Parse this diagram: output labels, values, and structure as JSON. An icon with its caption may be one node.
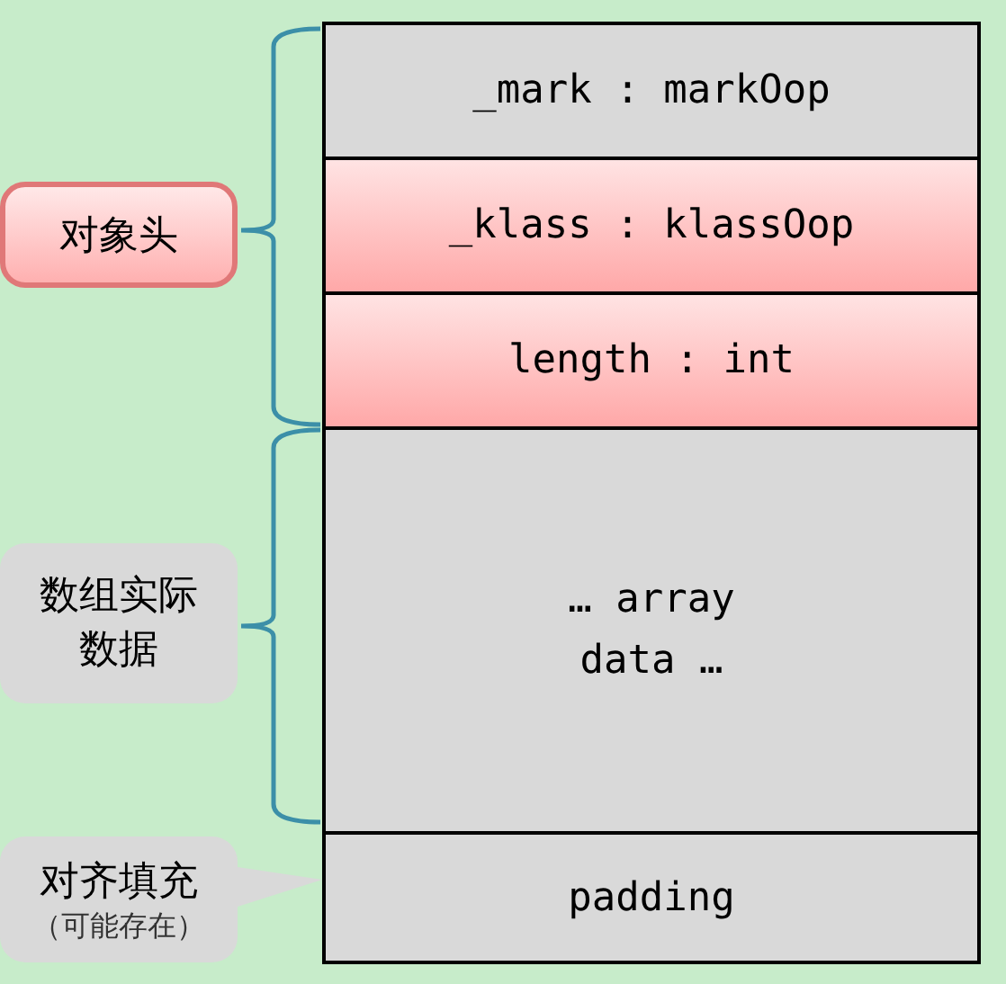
{
  "diagram": {
    "nodes": [
      {
        "text": [
          "_mark : markOop"
        ]
      },
      {
        "text": [
          "_klass : klassOop"
        ]
      },
      {
        "text": [
          "length : int"
        ]
      },
      {
        "text": [
          "… array data …"
        ]
      },
      {
        "text": [
          "padding"
        ]
      },
      {
        "text": [
          "对象头"
        ]
      },
      {
        "text": [
          "数组实际数据"
        ]
      },
      {
        "text": [
          "对齐填充",
          "（可能存在）"
        ]
      }
    ],
    "edges": [
      {
        "from": 7,
        "to": 4,
        "arrow": "none"
      }
    ]
  }
}
